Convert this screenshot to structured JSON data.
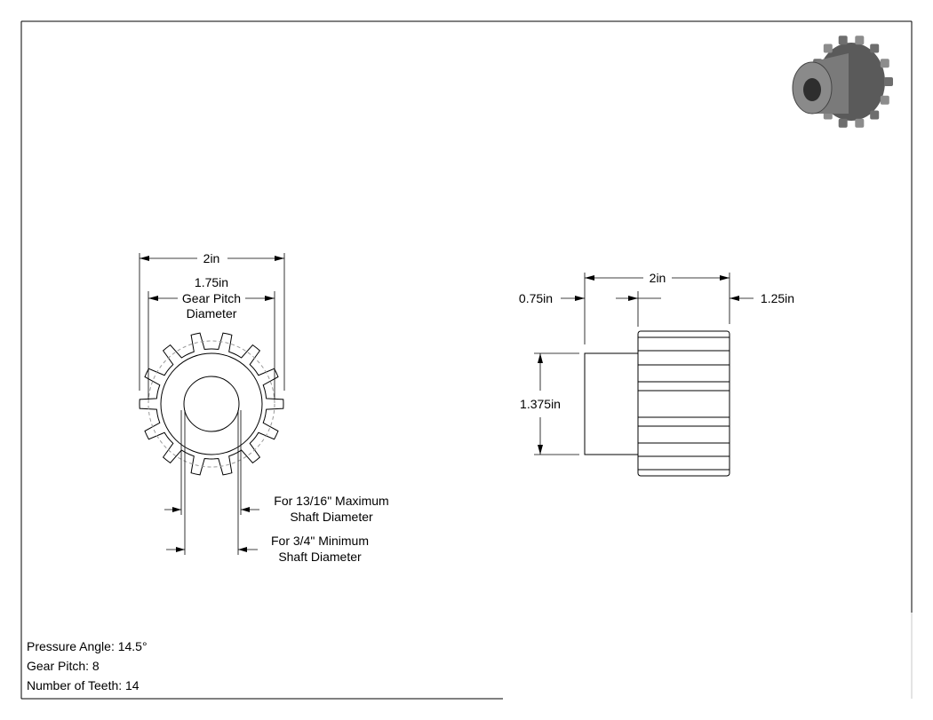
{
  "front_view": {
    "outer_dim": "2in",
    "pitch_dim": "1.75in",
    "pitch_label_1": "Gear Pitch",
    "pitch_label_2": "Diameter",
    "shaft_max_1": "For 13/16\" Maximum",
    "shaft_max_2": "Shaft Diameter",
    "shaft_min_1": "For 3/4\" Minimum",
    "shaft_min_2": "Shaft Diameter"
  },
  "side_view": {
    "total_length": "2in",
    "hub_length": "0.75in",
    "face_width": "1.25in",
    "hub_diameter": "1.375in"
  },
  "specs": {
    "pressure_angle": "Pressure Angle: 14.5°",
    "gear_pitch": "Gear Pitch: 8",
    "teeth": "Number of Teeth: 14"
  },
  "gear": {
    "teeth": 14
  },
  "colors": {
    "line": "#000000",
    "pitch_circle": "#9a9a9a",
    "iso_body": "#6e6e6e"
  }
}
